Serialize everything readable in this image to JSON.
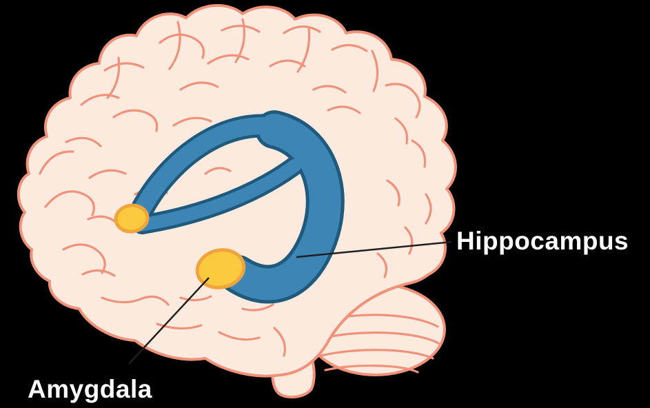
{
  "diagram": {
    "labels": {
      "hippocampus": "Hippocampus",
      "amygdala": "Amygdala"
    },
    "structures": [
      {
        "id": "hippocampus",
        "label": "Hippocampus",
        "color": "#3d85b5"
      },
      {
        "id": "amygdala",
        "label": "Amygdala",
        "color": "#fbc93e"
      }
    ]
  },
  "colors": {
    "background": "#000000",
    "brain_fill": "#fdeadf",
    "brain_outline": "#f0927a",
    "structure_fill": "#3d85b5",
    "structure_outline": "#1f5a7d",
    "amygdala_fill": "#fbc93e",
    "amygdala_outline": "#f0a43c",
    "label_text": "#ffffff",
    "leader_line": "#1f1f1f"
  }
}
